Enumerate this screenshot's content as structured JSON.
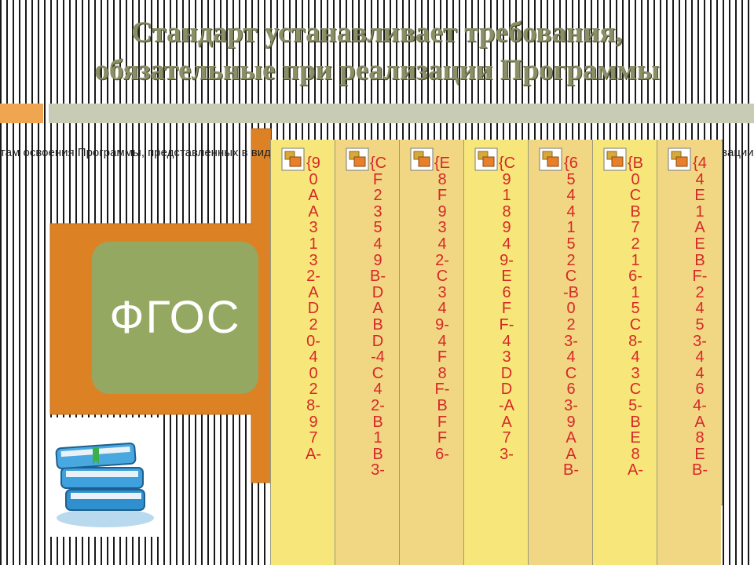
{
  "slide": {
    "title_line1": "Стандарт устанавливает требования,",
    "title_line2": "обязательные при реализации Программы",
    "badge": "ФГОС",
    "overflow_text": "там освоения Программы, представленных в виде целевых ориентиров дошкольного образования, требованиям к условиям реализации Программы"
  },
  "columns": [
    {
      "guid": "{90AA3132-AD20-4028-97A-",
      "tone": "light"
    },
    {
      "guid": "{CF23549B-DABD-4C42-B1B3-",
      "tone": "mid"
    },
    {
      "guid": "{E8F9342-C349-4F8F-BFF6-",
      "tone": "mid"
    },
    {
      "guid": "{C918949-E6FF-43DD-AA73-",
      "tone": "light"
    },
    {
      "guid": "{654415 2C-B023-4C63-9AAB-",
      "tone": "mid"
    },
    {
      "guid": "{B0CB7216-15C8-43C5-BE8A-",
      "tone": "light"
    },
    {
      "guid": "{44E1AEBF-2453-4464-A8EB-",
      "tone": "mid"
    }
  ],
  "colors": {
    "accent_orange": "#f0a550",
    "accent_gray": "#c9ccb4",
    "arrow": "#dc8224",
    "badge": "#95a862",
    "panel": "#f3dc8a",
    "guid_text": "#d62828",
    "title": "#8a8f66"
  },
  "icons": [
    "object-icon",
    "books-icon"
  ]
}
